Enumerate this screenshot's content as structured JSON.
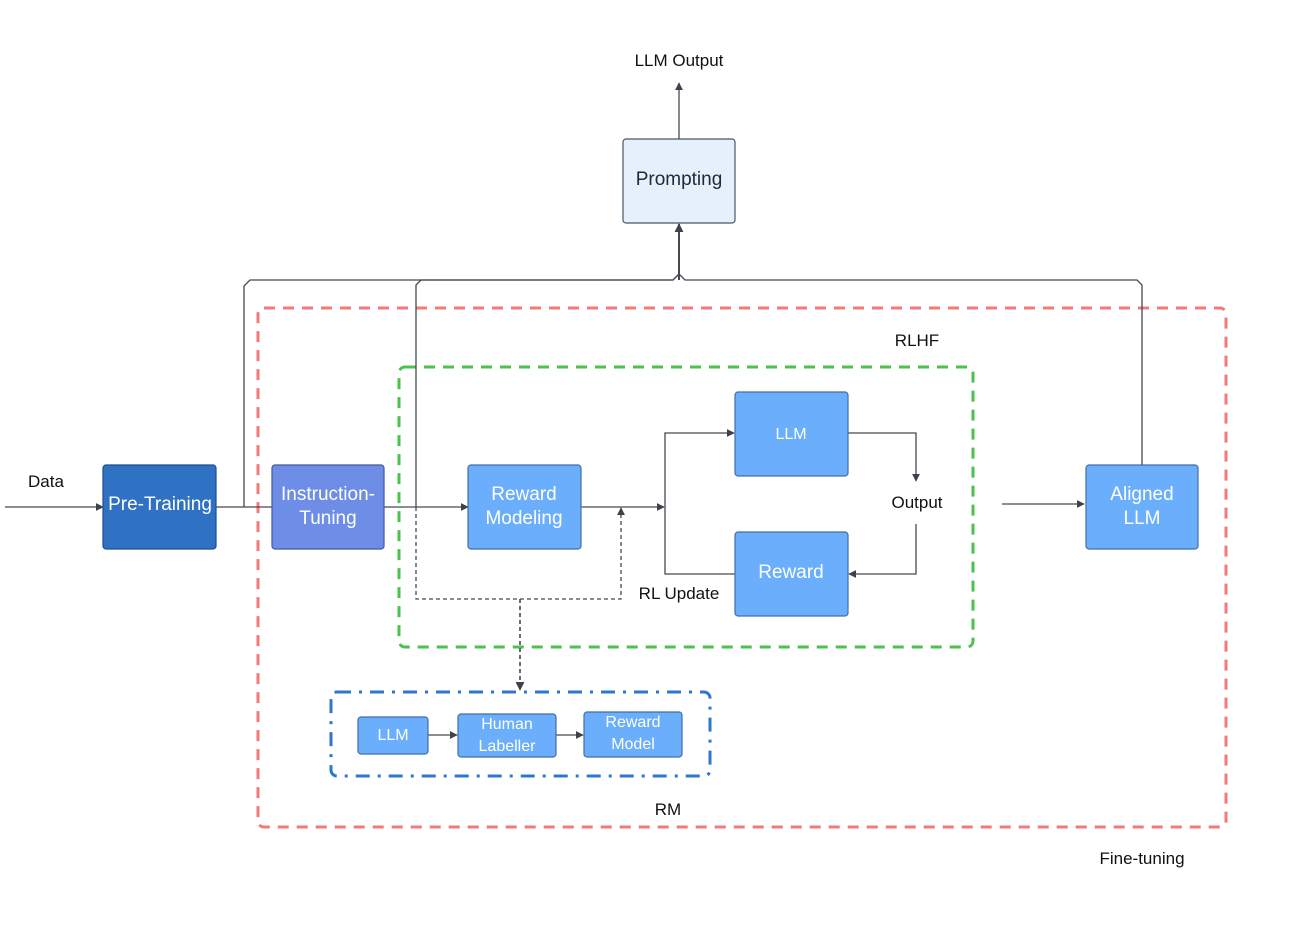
{
  "labels": {
    "data": "Data",
    "llm_output": "LLM Output",
    "rlhf": "RLHF",
    "output": "Output",
    "rl_update": "RL Update",
    "rm": "RM",
    "fine_tuning": "Fine-tuning"
  },
  "boxes": {
    "pre_training": "Pre-Training",
    "instruction_tuning_1": "Instruction-",
    "instruction_tuning_2": "Tuning",
    "reward_modeling_1": "Reward",
    "reward_modeling_2": "Modeling",
    "rl_llm": "LLM",
    "reward": "Reward",
    "aligned_llm_1": "Aligned",
    "aligned_llm_2": "LLM",
    "prompting": "Prompting",
    "rm_llm": "LLM",
    "human_labeller_1": "Human",
    "human_labeller_2": "Labeller",
    "reward_model_1": "Reward",
    "reward_model_2": "Model"
  },
  "colors": {
    "pre_training": "#2f72c4",
    "instruction_tuning": "#6d8de6",
    "box_blue": "#6aaefc",
    "prompting_fill": "#e6f0fc",
    "fine_tuning_border": "#f27a7a",
    "rlhf_border": "#4cc24c",
    "rm_border": "#2f77cc",
    "line": "#444a52"
  }
}
